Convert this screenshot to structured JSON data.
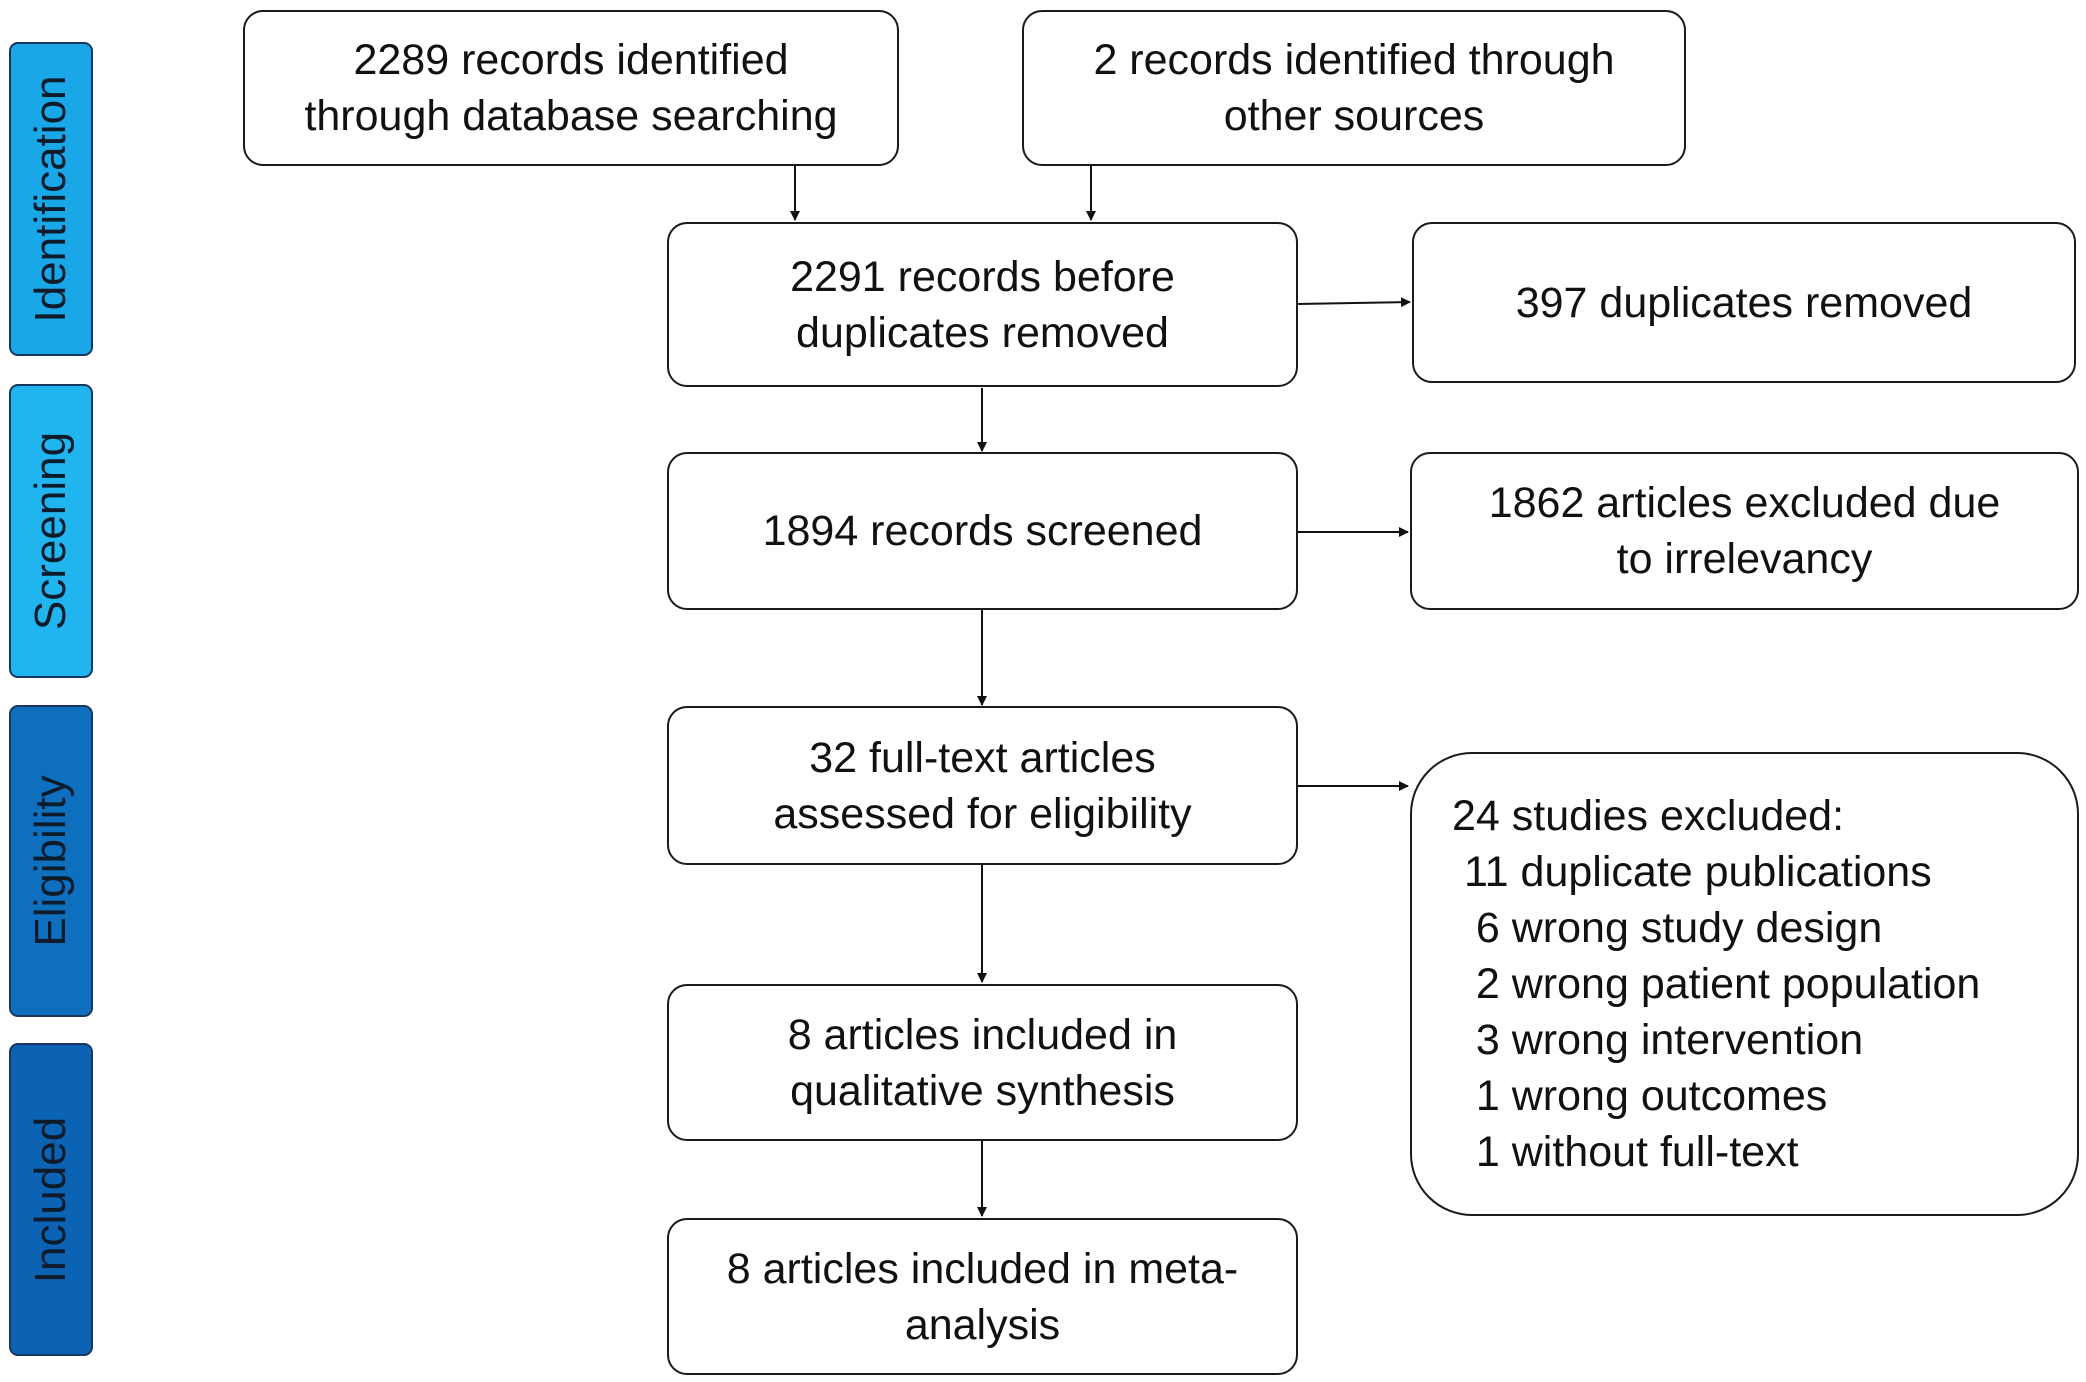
{
  "phases": {
    "identification": "Identification",
    "screening": "Screening",
    "eligibility": "Eligibility",
    "included": "Included"
  },
  "colors": {
    "identification": "#1aa7e8",
    "screening": "#21b5f0",
    "eligibility": "#0f6fbf",
    "included": "#0d63b3"
  },
  "boxes": {
    "database": "2289 records identified\nthrough database searching",
    "other": "2 records  identified through\nother sources",
    "before_dup": "2291 records before\nduplicates removed",
    "dup_removed": "397 duplicates removed",
    "screened": "1894 records screened",
    "excluded_irrelevant": "1862 articles excluded due\nto irrelevancy",
    "fulltext": "32 full-text articles\nassessed for eligibility",
    "qualitative": "8 articles included in\nqualitative synthesis",
    "meta": "8 articles included in meta-\nanalysis"
  },
  "excluded": {
    "title": "24 studies excluded:",
    "items": [
      " 11 duplicate publications",
      "  6 wrong study design",
      "  2 wrong patient population",
      "  3 wrong intervention",
      "  1 wrong outcomes",
      "  1 without full-text"
    ]
  }
}
